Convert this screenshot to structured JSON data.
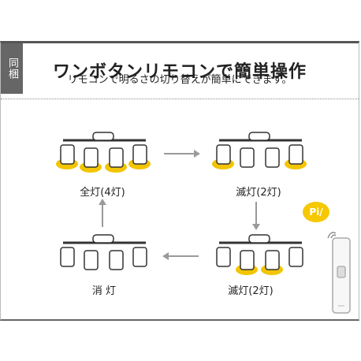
{
  "header": {
    "tag_label": "同梱",
    "title": "ワンボタンリモコンで簡単操作"
  },
  "subtitle": "リモコンで明るさの切り替えが簡単にできます。",
  "states": [
    {
      "label": "全灯(4灯)",
      "lit": [
        true,
        true,
        true,
        true
      ]
    },
    {
      "label": "滅灯(2灯)",
      "lit": [
        true,
        false,
        false,
        true
      ]
    },
    {
      "label": "滅灯(2灯)",
      "lit": [
        false,
        true,
        true,
        false
      ]
    },
    {
      "label": "消 灯",
      "lit": [
        false,
        false,
        false,
        false
      ]
    }
  ],
  "remote": {
    "sound": "Pi/"
  },
  "colors": {
    "glow": "#f2c500",
    "arrow": "#9a9a9a",
    "frame": "#555555"
  }
}
